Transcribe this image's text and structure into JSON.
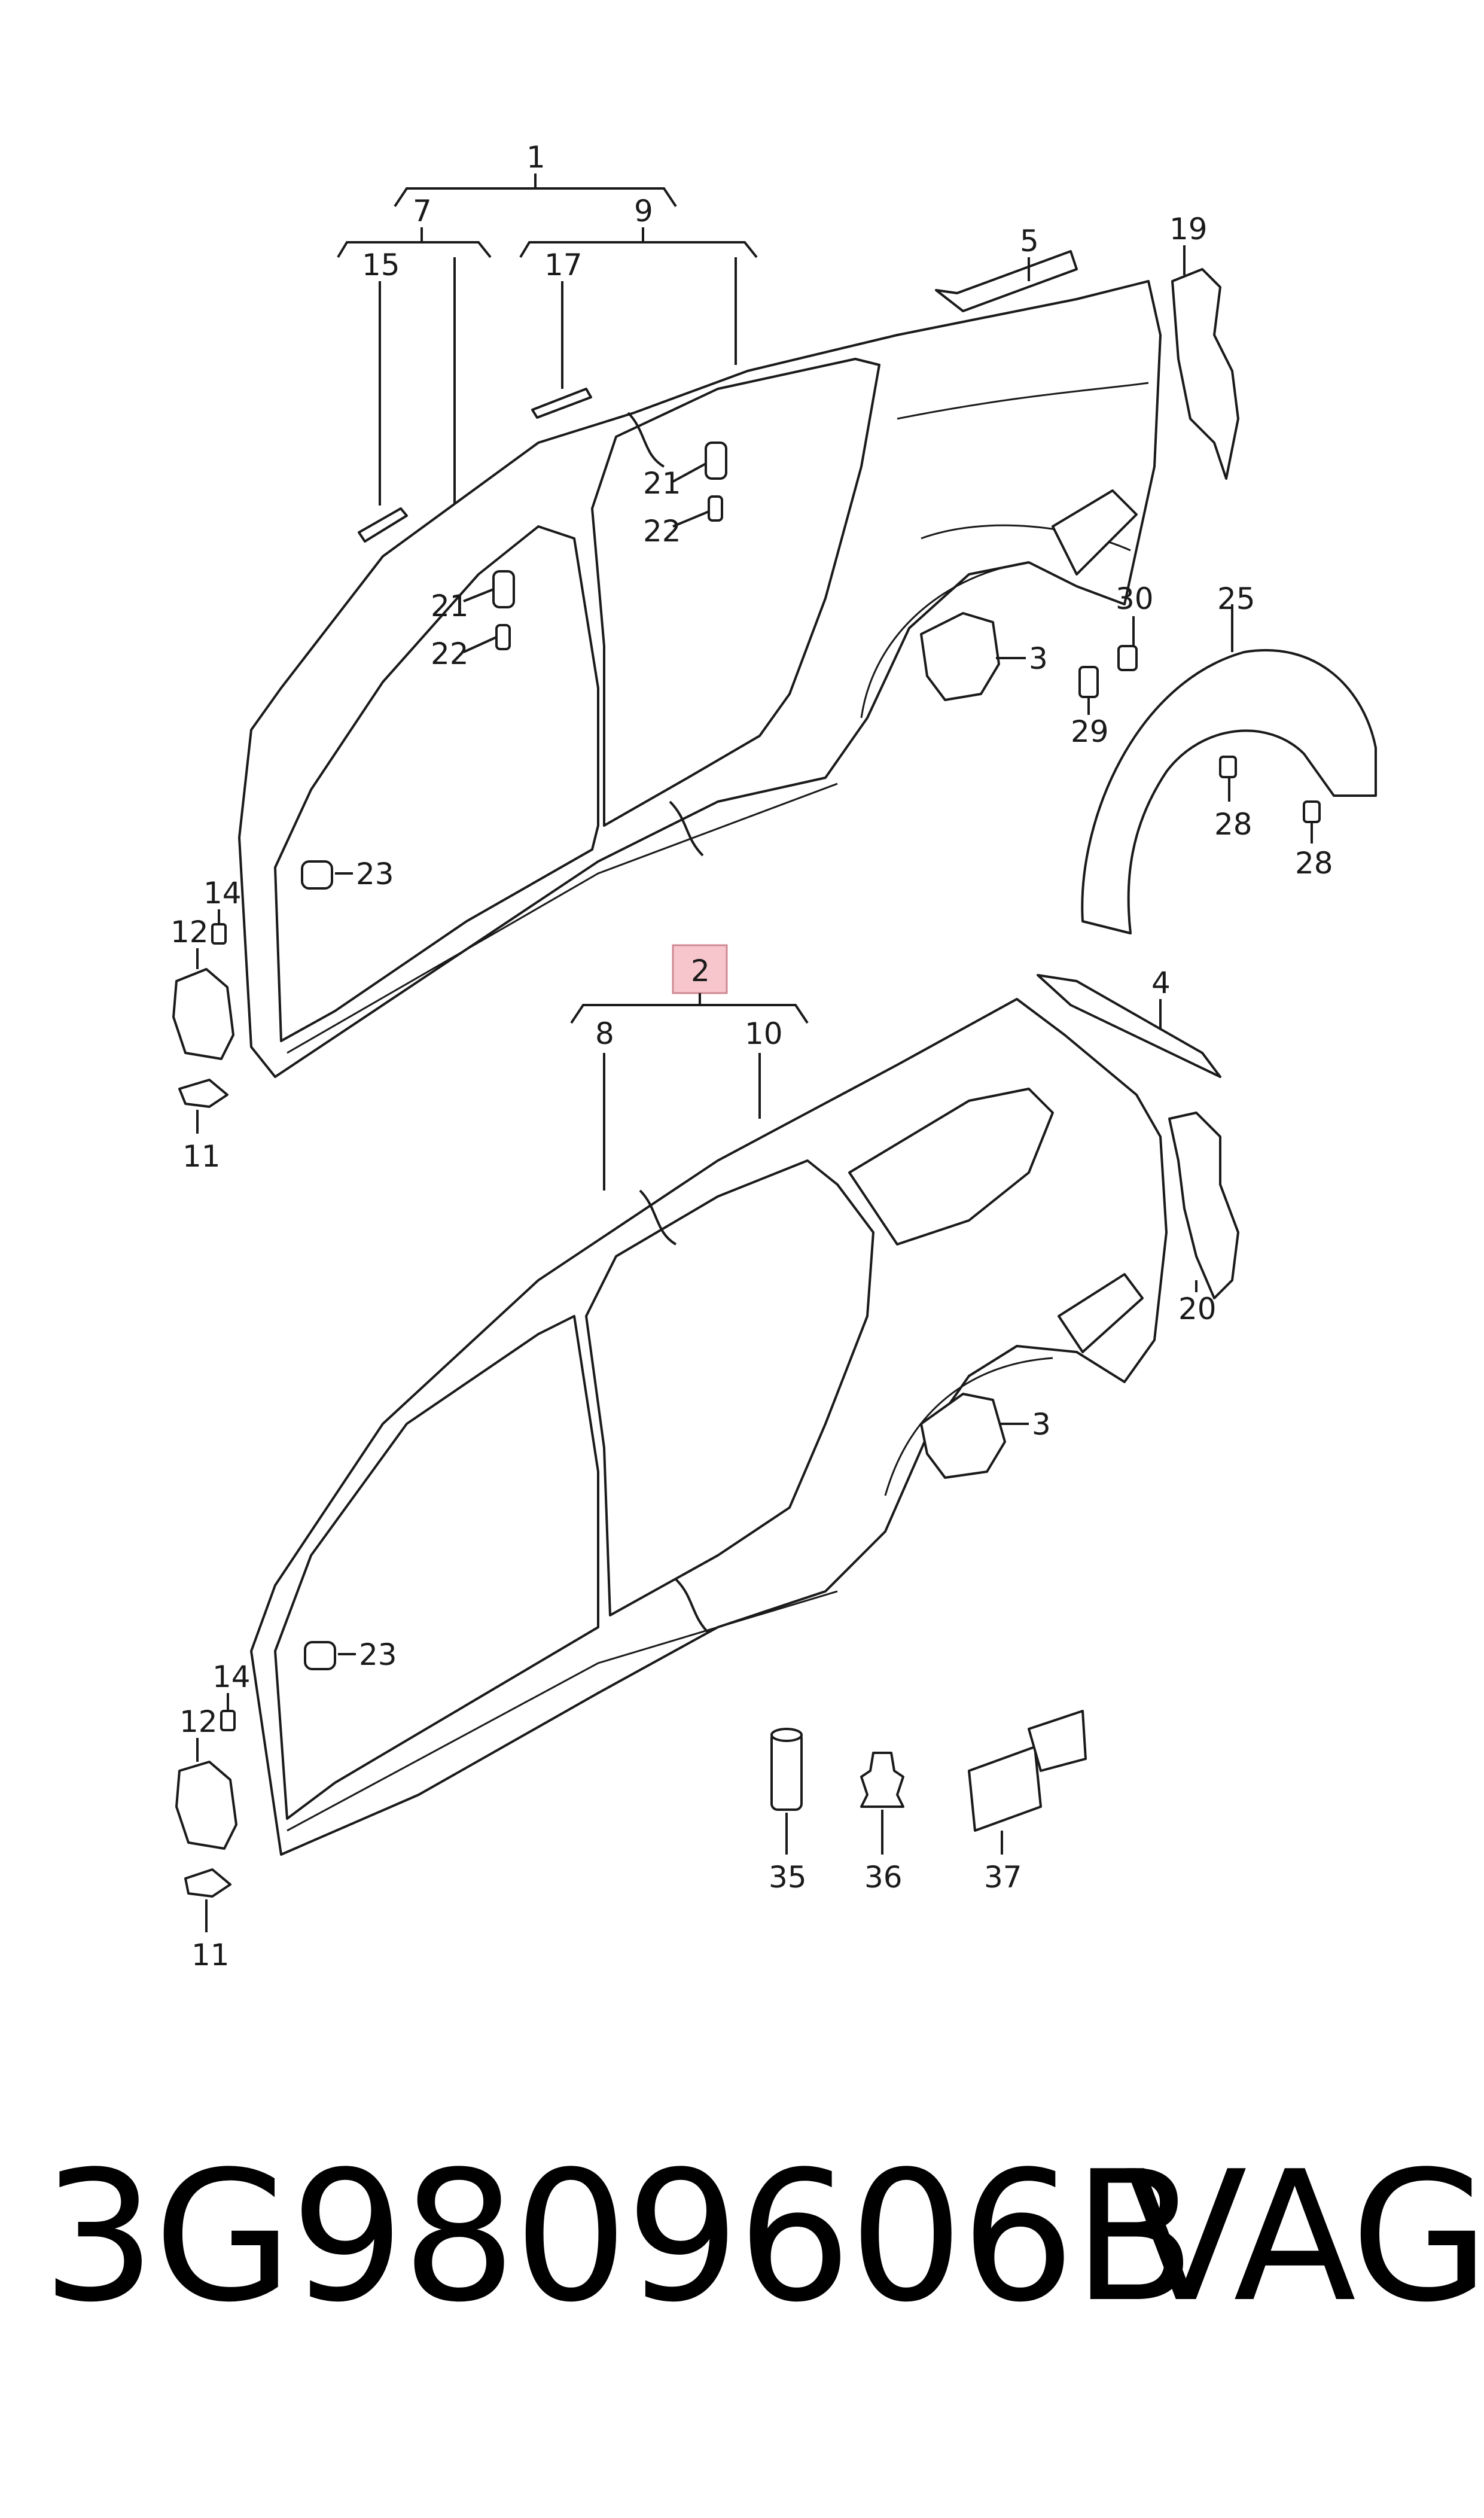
{
  "callouts": {
    "c1": "1",
    "c7": "7",
    "c9": "9",
    "c15": "15",
    "c17": "17",
    "c5": "5",
    "c19": "19",
    "c21a": "21",
    "c22a": "22",
    "c21b": "21",
    "c22b": "22",
    "c3a": "3",
    "c30": "30",
    "c25": "25",
    "c29": "29",
    "c28a": "28",
    "c28b": "28",
    "c23a": "23",
    "c14a": "14",
    "c12a": "12",
    "c11a": "11",
    "c2": "2",
    "c8": "8",
    "c10": "10",
    "c4": "4",
    "c20": "20",
    "c3b": "3",
    "c23b": "23",
    "c14b": "14",
    "c12b": "12",
    "c11b": "11",
    "c35": "35",
    "c36": "36",
    "c37": "37"
  },
  "highlight_color": "#f6c6cc",
  "footer": {
    "part_number": "3G9809606B",
    "brand": "VAG"
  }
}
